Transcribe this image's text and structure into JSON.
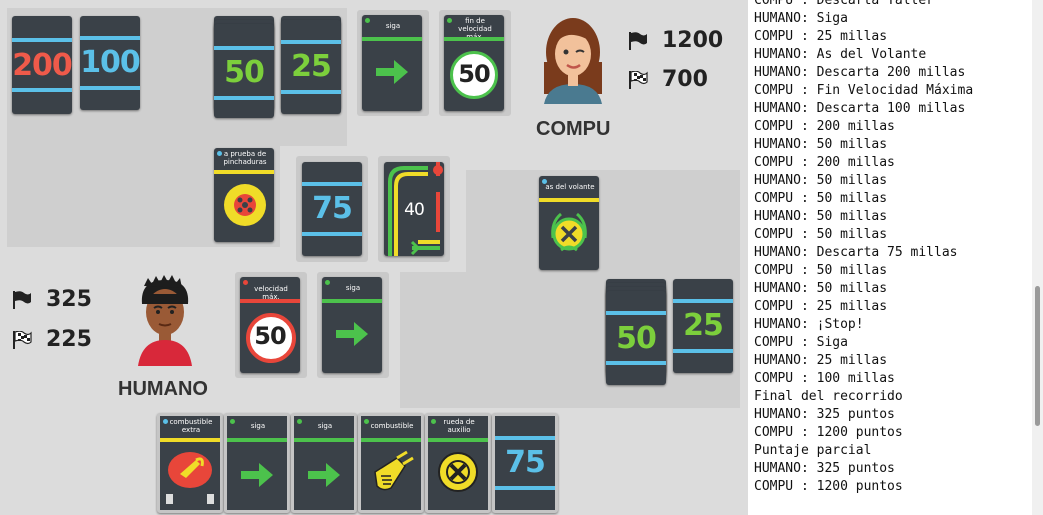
{
  "compu": {
    "name": "COMPU",
    "score_total": "1200",
    "score_partial": "700",
    "avatar": "woman-avatar",
    "cards": {
      "c200": {
        "value": "200",
        "color": "#ef5a4a"
      },
      "c100": {
        "value": "100",
        "color": "#5bc0e8"
      },
      "c50": {
        "value": "50",
        "color": "#7ccf3c"
      },
      "c25": {
        "value": "25",
        "color": "#7ccf3c"
      },
      "siga": {
        "label": "siga"
      },
      "fin_velocidad": {
        "label": "fin de velocidad máx.",
        "value": "50"
      },
      "prueba": {
        "label": "a prueba de pinchaduras"
      },
      "as_volante": {
        "label": "as del volante"
      }
    }
  },
  "center": {
    "discard": {
      "value": "75"
    },
    "deck": {
      "value": "40"
    }
  },
  "humano": {
    "name": "HUMANO",
    "score_total": "325",
    "score_partial": "225",
    "avatar": "man-avatar",
    "cards": {
      "velocidad": {
        "label": "velocidad máx.",
        "value": "50"
      },
      "siga": {
        "label": "siga"
      },
      "c50": {
        "value": "50"
      },
      "c25": {
        "value": "25"
      }
    },
    "hand": [
      {
        "label": "combustible extra",
        "type": "combustible-extra-icon"
      },
      {
        "label": "siga",
        "type": "arrow-icon"
      },
      {
        "label": "siga",
        "type": "arrow-icon"
      },
      {
        "label": "combustible",
        "type": "fuel-pump-icon"
      },
      {
        "label": "rueda de auxilio",
        "type": "spare-wheel-icon"
      },
      {
        "label": "",
        "value": "75",
        "type": "distance"
      }
    ]
  },
  "log": [
    "COMPU : Descarta Taller",
    "HUMANO: Siga",
    "COMPU : 25 millas",
    "HUMANO: As del Volante",
    "HUMANO: Descarta 200 millas",
    "COMPU : Fin Velocidad Máxima",
    "HUMANO: Descarta 100 millas",
    "COMPU : 200 millas",
    "HUMANO: 50 millas",
    "COMPU : 200 millas",
    "HUMANO: 50 millas",
    "COMPU : 50 millas",
    "HUMANO: 50 millas",
    "COMPU : 50 millas",
    "HUMANO: Descarta 75 millas",
    "COMPU : 50 millas",
    "HUMANO: 50 millas",
    "COMPU : 25 millas",
    "HUMANO: ¡Stop!",
    "COMPU : Siga",
    "HUMANO: 25 millas",
    "COMPU : 100 millas",
    "Final del recorrido",
    "HUMANO: 325 puntos",
    "COMPU : 1200 puntos",
    "Puntaje parcial",
    "HUMANO: 325 puntos",
    "COMPU : 1200 puntos"
  ],
  "colors": {
    "distance_blue": "#5bc0e8",
    "distance_green": "#7ccf3c",
    "distance_red": "#ef5a4a",
    "remedy_green": "#4cc24c",
    "safety_yellow": "#f0dc28",
    "hazard_red": "#e8463a"
  }
}
